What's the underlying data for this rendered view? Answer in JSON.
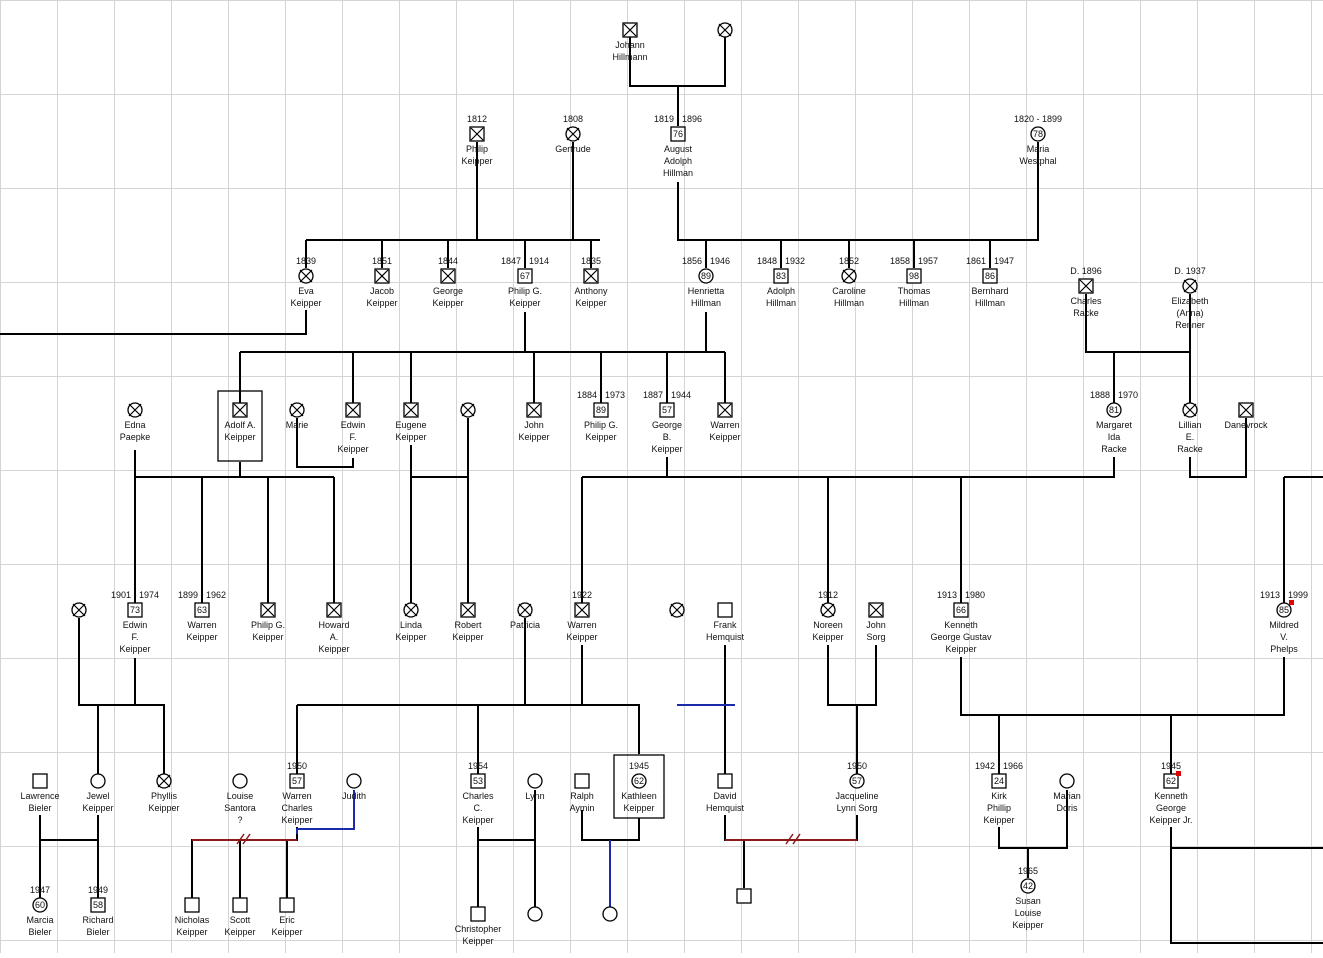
{
  "people": [
    {
      "id": "johann",
      "names": [
        "Johann",
        "Hillmann"
      ],
      "dates": "",
      "sex": "m",
      "deceased": true,
      "age": ""
    },
    {
      "id": "johann-wife",
      "names": [],
      "dates": "",
      "sex": "f",
      "deceased": true,
      "age": ""
    },
    {
      "id": "philip-sr",
      "names": [
        "Philip",
        "Keipper"
      ],
      "dates": "1812",
      "sex": "m",
      "deceased": true,
      "age": ""
    },
    {
      "id": "gertrude",
      "names": [
        "Gertrude"
      ],
      "dates": "1808",
      "sex": "f",
      "deceased": true,
      "age": ""
    },
    {
      "id": "august",
      "names": [
        "August",
        "Adolph",
        "Hillman"
      ],
      "dates": "1819 - 1896",
      "sex": "m",
      "deceased": true,
      "age": "76"
    },
    {
      "id": "maria",
      "names": [
        "Maria",
        "Westphal"
      ],
      "dates": "1820 - 1899",
      "sex": "f",
      "deceased": true,
      "age": "78"
    },
    {
      "id": "eva",
      "names": [
        "Eva",
        "Keipper"
      ],
      "dates": "1839",
      "sex": "f",
      "deceased": true,
      "age": ""
    },
    {
      "id": "jacob",
      "names": [
        "Jacob",
        "Keipper"
      ],
      "dates": "1851",
      "sex": "m",
      "deceased": true,
      "age": ""
    },
    {
      "id": "george-k",
      "names": [
        "George",
        "Keipper"
      ],
      "dates": "1844",
      "sex": "m",
      "deceased": true,
      "age": ""
    },
    {
      "id": "philip-g",
      "names": [
        "Philip G.",
        "Keipper"
      ],
      "dates": "1847 - 1914",
      "sex": "m",
      "deceased": true,
      "age": "67"
    },
    {
      "id": "anthony",
      "names": [
        "Anthony",
        "Keipper"
      ],
      "dates": "1835",
      "sex": "m",
      "deceased": true,
      "age": ""
    },
    {
      "id": "henrietta",
      "names": [
        "Henrietta",
        "Hillman"
      ],
      "dates": "1856 - 1946",
      "sex": "f",
      "deceased": true,
      "age": "89"
    },
    {
      "id": "adolph",
      "names": [
        "Adolph",
        "Hillman"
      ],
      "dates": "1848 - 1932",
      "sex": "m",
      "deceased": true,
      "age": "83"
    },
    {
      "id": "caroline",
      "names": [
        "Caroline",
        "Hillman"
      ],
      "dates": "1852",
      "sex": "f",
      "deceased": true,
      "age": ""
    },
    {
      "id": "thomas",
      "names": [
        "Thomas",
        "Hillman"
      ],
      "dates": "1858 - 1957",
      "sex": "m",
      "deceased": true,
      "age": "98"
    },
    {
      "id": "bernhard",
      "names": [
        "Bernhard",
        "Hillman"
      ],
      "dates": "1861 - 1947",
      "sex": "m",
      "deceased": true,
      "age": "86"
    },
    {
      "id": "charles-r",
      "names": [
        "Charles",
        "Racke"
      ],
      "dates": "D. 1896",
      "sex": "m",
      "deceased": true,
      "age": ""
    },
    {
      "id": "elizabeth",
      "names": [
        "Elizabeth",
        "(Anna)",
        "Renner"
      ],
      "dates": "D. 1937",
      "sex": "f",
      "deceased": true,
      "age": ""
    },
    {
      "id": "edna",
      "names": [
        "Edna",
        "Paepke"
      ],
      "dates": "",
      "sex": "f",
      "deceased": true,
      "age": ""
    },
    {
      "id": "adolf-a",
      "names": [
        "Adolf A.",
        "Keipper"
      ],
      "dates": "",
      "sex": "m",
      "deceased": true,
      "age": ""
    },
    {
      "id": "marie",
      "names": [
        "Marie"
      ],
      "dates": "",
      "sex": "f",
      "deceased": true,
      "age": ""
    },
    {
      "id": "edwin-sr",
      "names": [
        "Edwin",
        "F.",
        "Keipper"
      ],
      "dates": "",
      "sex": "m",
      "deceased": true,
      "age": ""
    },
    {
      "id": "eugene",
      "names": [
        "Eugene",
        "Keipper"
      ],
      "dates": "",
      "sex": "m",
      "deceased": true,
      "age": ""
    },
    {
      "id": "eugene-wife",
      "names": [],
      "dates": "",
      "sex": "f",
      "deceased": true,
      "age": ""
    },
    {
      "id": "john-k",
      "names": [
        "John",
        "Keipper"
      ],
      "dates": "",
      "sex": "m",
      "deceased": true,
      "age": ""
    },
    {
      "id": "philip-g2",
      "names": [
        "Philip G.",
        "Keipper"
      ],
      "dates": "1884 - 1973",
      "sex": "m",
      "deceased": true,
      "age": "89"
    },
    {
      "id": "george-b",
      "names": [
        "George",
        "B.",
        "Keipper"
      ],
      "dates": "1887 - 1944",
      "sex": "m",
      "deceased": true,
      "age": "57"
    },
    {
      "id": "warren-sr",
      "names": [
        "Warren",
        "Keipper"
      ],
      "dates": "",
      "sex": "m",
      "deceased": true,
      "age": ""
    },
    {
      "id": "margaret",
      "names": [
        "Margaret",
        "Ida",
        "Racke"
      ],
      "dates": "1888 - 1970",
      "sex": "f",
      "deceased": true,
      "age": "81"
    },
    {
      "id": "lillian",
      "names": [
        "Lillian",
        "E.",
        "Racke"
      ],
      "dates": "",
      "sex": "f",
      "deceased": true,
      "age": ""
    },
    {
      "id": "danevrock",
      "names": [
        "Danevrock"
      ],
      "dates": "",
      "sex": "m",
      "deceased": true,
      "age": ""
    },
    {
      "id": "jewel-mother",
      "names": [],
      "dates": "",
      "sex": "f",
      "deceased": true,
      "age": ""
    },
    {
      "id": "edwin-jr",
      "names": [
        "Edwin",
        "F.",
        "Keipper"
      ],
      "dates": "1901 - 1974",
      "sex": "m",
      "deceased": true,
      "age": "73"
    },
    {
      "id": "warren-1899",
      "names": [
        "Warren",
        "Keipper"
      ],
      "dates": "1899 - 1962",
      "sex": "m",
      "deceased": true,
      "age": "63"
    },
    {
      "id": "philip-g3",
      "names": [
        "Philip G.",
        "Keipper"
      ],
      "dates": "",
      "sex": "m",
      "deceased": true,
      "age": ""
    },
    {
      "id": "howard",
      "names": [
        "Howard",
        "A.",
        "Keipper"
      ],
      "dates": "",
      "sex": "m",
      "deceased": true,
      "age": ""
    },
    {
      "id": "linda",
      "names": [
        "Linda",
        "Keipper"
      ],
      "dates": "",
      "sex": "f",
      "deceased": true,
      "age": ""
    },
    {
      "id": "robert",
      "names": [
        "Robert",
        "Keipper"
      ],
      "dates": "",
      "sex": "m",
      "deceased": true,
      "age": ""
    },
    {
      "id": "patricia",
      "names": [
        "Patricia"
      ],
      "dates": "",
      "sex": "f",
      "deceased": true,
      "age": ""
    },
    {
      "id": "warren-1922",
      "names": [
        "Warren",
        "Keipper"
      ],
      "dates": "1922",
      "sex": "m",
      "deceased": true,
      "age": ""
    },
    {
      "id": "david-mother",
      "names": [],
      "dates": "",
      "sex": "f",
      "deceased": true,
      "age": ""
    },
    {
      "id": "frank",
      "names": [
        "Frank",
        "Hemquist"
      ],
      "dates": "",
      "sex": "m",
      "deceased": false,
      "age": ""
    },
    {
      "id": "noreen",
      "names": [
        "Noreen",
        "Keipper"
      ],
      "dates": "1912",
      "sex": "f",
      "deceased": true,
      "age": ""
    },
    {
      "id": "john-sorg",
      "names": [
        "John",
        "Sorg"
      ],
      "dates": "",
      "sex": "m",
      "deceased": true,
      "age": ""
    },
    {
      "id": "kenneth-sr",
      "names": [
        "Kenneth",
        "George Gustav",
        "Keipper"
      ],
      "dates": "1913 - 1980",
      "sex": "m",
      "deceased": true,
      "age": "66"
    },
    {
      "id": "mildred",
      "names": [
        "Mildred",
        "V.",
        "Phelps"
      ],
      "dates": "1913 - 1999",
      "sex": "f",
      "deceased": true,
      "age": "85"
    },
    {
      "id": "lawrence",
      "names": [
        "Lawrence",
        "Bieler"
      ],
      "dates": "",
      "sex": "m",
      "deceased": false,
      "age": ""
    },
    {
      "id": "jewel",
      "names": [
        "Jewel",
        "Keipper"
      ],
      "dates": "",
      "sex": "f",
      "deceased": false,
      "age": ""
    },
    {
      "id": "phyllis",
      "names": [
        "Phyllis",
        "Keipper"
      ],
      "dates": "",
      "sex": "f",
      "deceased": true,
      "age": ""
    },
    {
      "id": "louise",
      "names": [
        "Louise",
        "Santora",
        "?"
      ],
      "dates": "",
      "sex": "f",
      "deceased": false,
      "age": ""
    },
    {
      "id": "warren-c",
      "names": [
        "Warren",
        "Charles",
        "Keipper"
      ],
      "dates": "1950",
      "sex": "m",
      "deceased": false,
      "age": "57"
    },
    {
      "id": "judith",
      "names": [
        "Judith"
      ],
      "dates": "",
      "sex": "f",
      "deceased": false,
      "age": ""
    },
    {
      "id": "charles-c",
      "names": [
        "Charles",
        "C.",
        "Keipper"
      ],
      "dates": "1954",
      "sex": "m",
      "deceased": false,
      "age": "53"
    },
    {
      "id": "lynn",
      "names": [
        "Lynn"
      ],
      "dates": "",
      "sex": "f",
      "deceased": false,
      "age": ""
    },
    {
      "id": "ralph",
      "names": [
        "Ralph",
        "Aymin"
      ],
      "dates": "",
      "sex": "m",
      "deceased": false,
      "age": ""
    },
    {
      "id": "kathleen",
      "names": [
        "Kathleen",
        "Keipper"
      ],
      "dates": "1945",
      "sex": "f",
      "deceased": false,
      "age": "62"
    },
    {
      "id": "david",
      "names": [
        "David",
        "Hemquist"
      ],
      "dates": "",
      "sex": "m",
      "deceased": false,
      "age": ""
    },
    {
      "id": "jacqueline",
      "names": [
        "Jacqueline",
        "Lynn Sorg"
      ],
      "dates": "1950",
      "sex": "f",
      "deceased": false,
      "age": "57"
    },
    {
      "id": "kirk",
      "names": [
        "Kirk",
        "Phillip",
        "Keipper"
      ],
      "dates": "1942 - 1966",
      "sex": "m",
      "deceased": false,
      "age": "24"
    },
    {
      "id": "marian",
      "names": [
        "Marian",
        "Doris"
      ],
      "dates": "",
      "sex": "f",
      "deceased": false,
      "age": ""
    },
    {
      "id": "kenneth-jr",
      "names": [
        "Kenneth",
        "George",
        "Keipper Jr."
      ],
      "dates": "1945",
      "sex": "m",
      "deceased": false,
      "age": "62"
    },
    {
      "id": "marcia",
      "names": [
        "Marcia",
        "Bieler"
      ],
      "dates": "1947",
      "sex": "f",
      "deceased": false,
      "age": "60"
    },
    {
      "id": "richard",
      "names": [
        "Richard",
        "Bieler"
      ],
      "dates": "1949",
      "sex": "m",
      "deceased": false,
      "age": "58"
    },
    {
      "id": "nicholas",
      "names": [
        "Nicholas",
        "Keipper"
      ],
      "dates": "",
      "sex": "m",
      "deceased": false,
      "age": ""
    },
    {
      "id": "scott",
      "names": [
        "Scott",
        "Keipper"
      ],
      "dates": "",
      "sex": "m",
      "deceased": false,
      "age": ""
    },
    {
      "id": "eric",
      "names": [
        "Eric",
        "Keipper"
      ],
      "dates": "",
      "sex": "m",
      "deceased": false,
      "age": ""
    },
    {
      "id": "christopher",
      "names": [
        "Christopher",
        "Keipper"
      ],
      "dates": "",
      "sex": "m",
      "deceased": false,
      "age": ""
    },
    {
      "id": "lynn-child",
      "names": [],
      "dates": "",
      "sex": "f",
      "deceased": false,
      "age": ""
    },
    {
      "id": "ralph-child",
      "names": [],
      "dates": "",
      "sex": "f",
      "deceased": false,
      "age": ""
    },
    {
      "id": "susan",
      "names": [
        "Susan",
        "Louise",
        "Keipper"
      ],
      "dates": "1965",
      "sex": "f",
      "deceased": false,
      "age": "42"
    },
    {
      "id": "david-child",
      "names": [],
      "dates": "",
      "sex": "m",
      "deceased": false,
      "age": ""
    }
  ],
  "colors": {
    "line": "#000000",
    "divorce": "#8b1a1a",
    "blue_link": "#1a2aa8",
    "marker": "#e00000",
    "grid": "#d4d4d4"
  }
}
